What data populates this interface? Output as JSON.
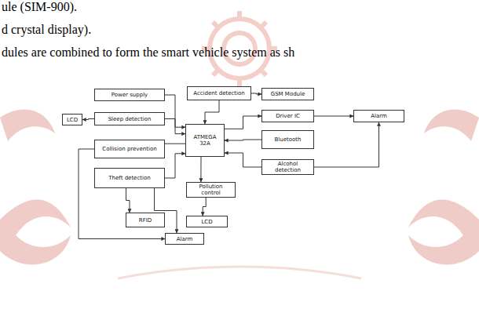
{
  "diagram": {
    "nodes": [
      {
        "text": [
          "Power supply"
        ]
      },
      {
        "text": [
          "Accident detection"
        ]
      },
      {
        "text": [
          "GSM Module"
        ]
      },
      {
        "text": [
          "LCD"
        ]
      },
      {
        "text": [
          "Sleep detection"
        ]
      },
      {
        "text": [
          "ATMEGA 32A"
        ]
      },
      {
        "text": [
          "Driver IC"
        ]
      },
      {
        "text": [
          "Alarm"
        ]
      },
      {
        "text": [
          "Bluetooth"
        ]
      },
      {
        "text": [
          "Collision prevention"
        ]
      },
      {
        "text": [
          "Alcohol detection"
        ]
      },
      {
        "text": [
          "Theft detection"
        ]
      },
      {
        "text": [
          "Pollution control"
        ]
      },
      {
        "text": [
          "RFID"
        ]
      },
      {
        "text": [
          "LCD"
        ]
      },
      {
        "text": [
          "Alarm"
        ]
      }
    ],
    "edges": [
      {
        "from": 0,
        "to": 5,
        "arrow": "to"
      },
      {
        "from": 1,
        "to": 5,
        "arrow": "to"
      },
      {
        "from": 1,
        "to": 2,
        "arrow": "to"
      },
      {
        "from": 4,
        "to": 3,
        "arrow": "to"
      },
      {
        "from": 4,
        "to": 5,
        "arrow": "to"
      },
      {
        "from": 5,
        "to": 6,
        "arrow": "to"
      },
      {
        "from": 6,
        "to": 7,
        "arrow": "to"
      },
      {
        "from": 8,
        "to": 5,
        "arrow": "to"
      },
      {
        "from": 9,
        "to": 5,
        "arrow": "to"
      },
      {
        "from": 10,
        "to": 5,
        "arrow": "to"
      },
      {
        "from": 10,
        "to": 7,
        "arrow": "to"
      },
      {
        "from": 11,
        "to": 5,
        "arrow": "to"
      },
      {
        "from": 5,
        "to": 12,
        "arrow": "to"
      },
      {
        "from": 12,
        "to": 14,
        "arrow": "to"
      },
      {
        "from": 11,
        "to": 13,
        "arrow": "to"
      },
      {
        "from": 11,
        "to": 15,
        "arrow": "to"
      },
      {
        "from": 9,
        "to": 15,
        "arrow": "to"
      }
    ],
    "labels": [
      "ule (SIM-900).",
      "d crystal display).",
      "dules are combined to form the smart vehicle system as sh"
    ]
  }
}
